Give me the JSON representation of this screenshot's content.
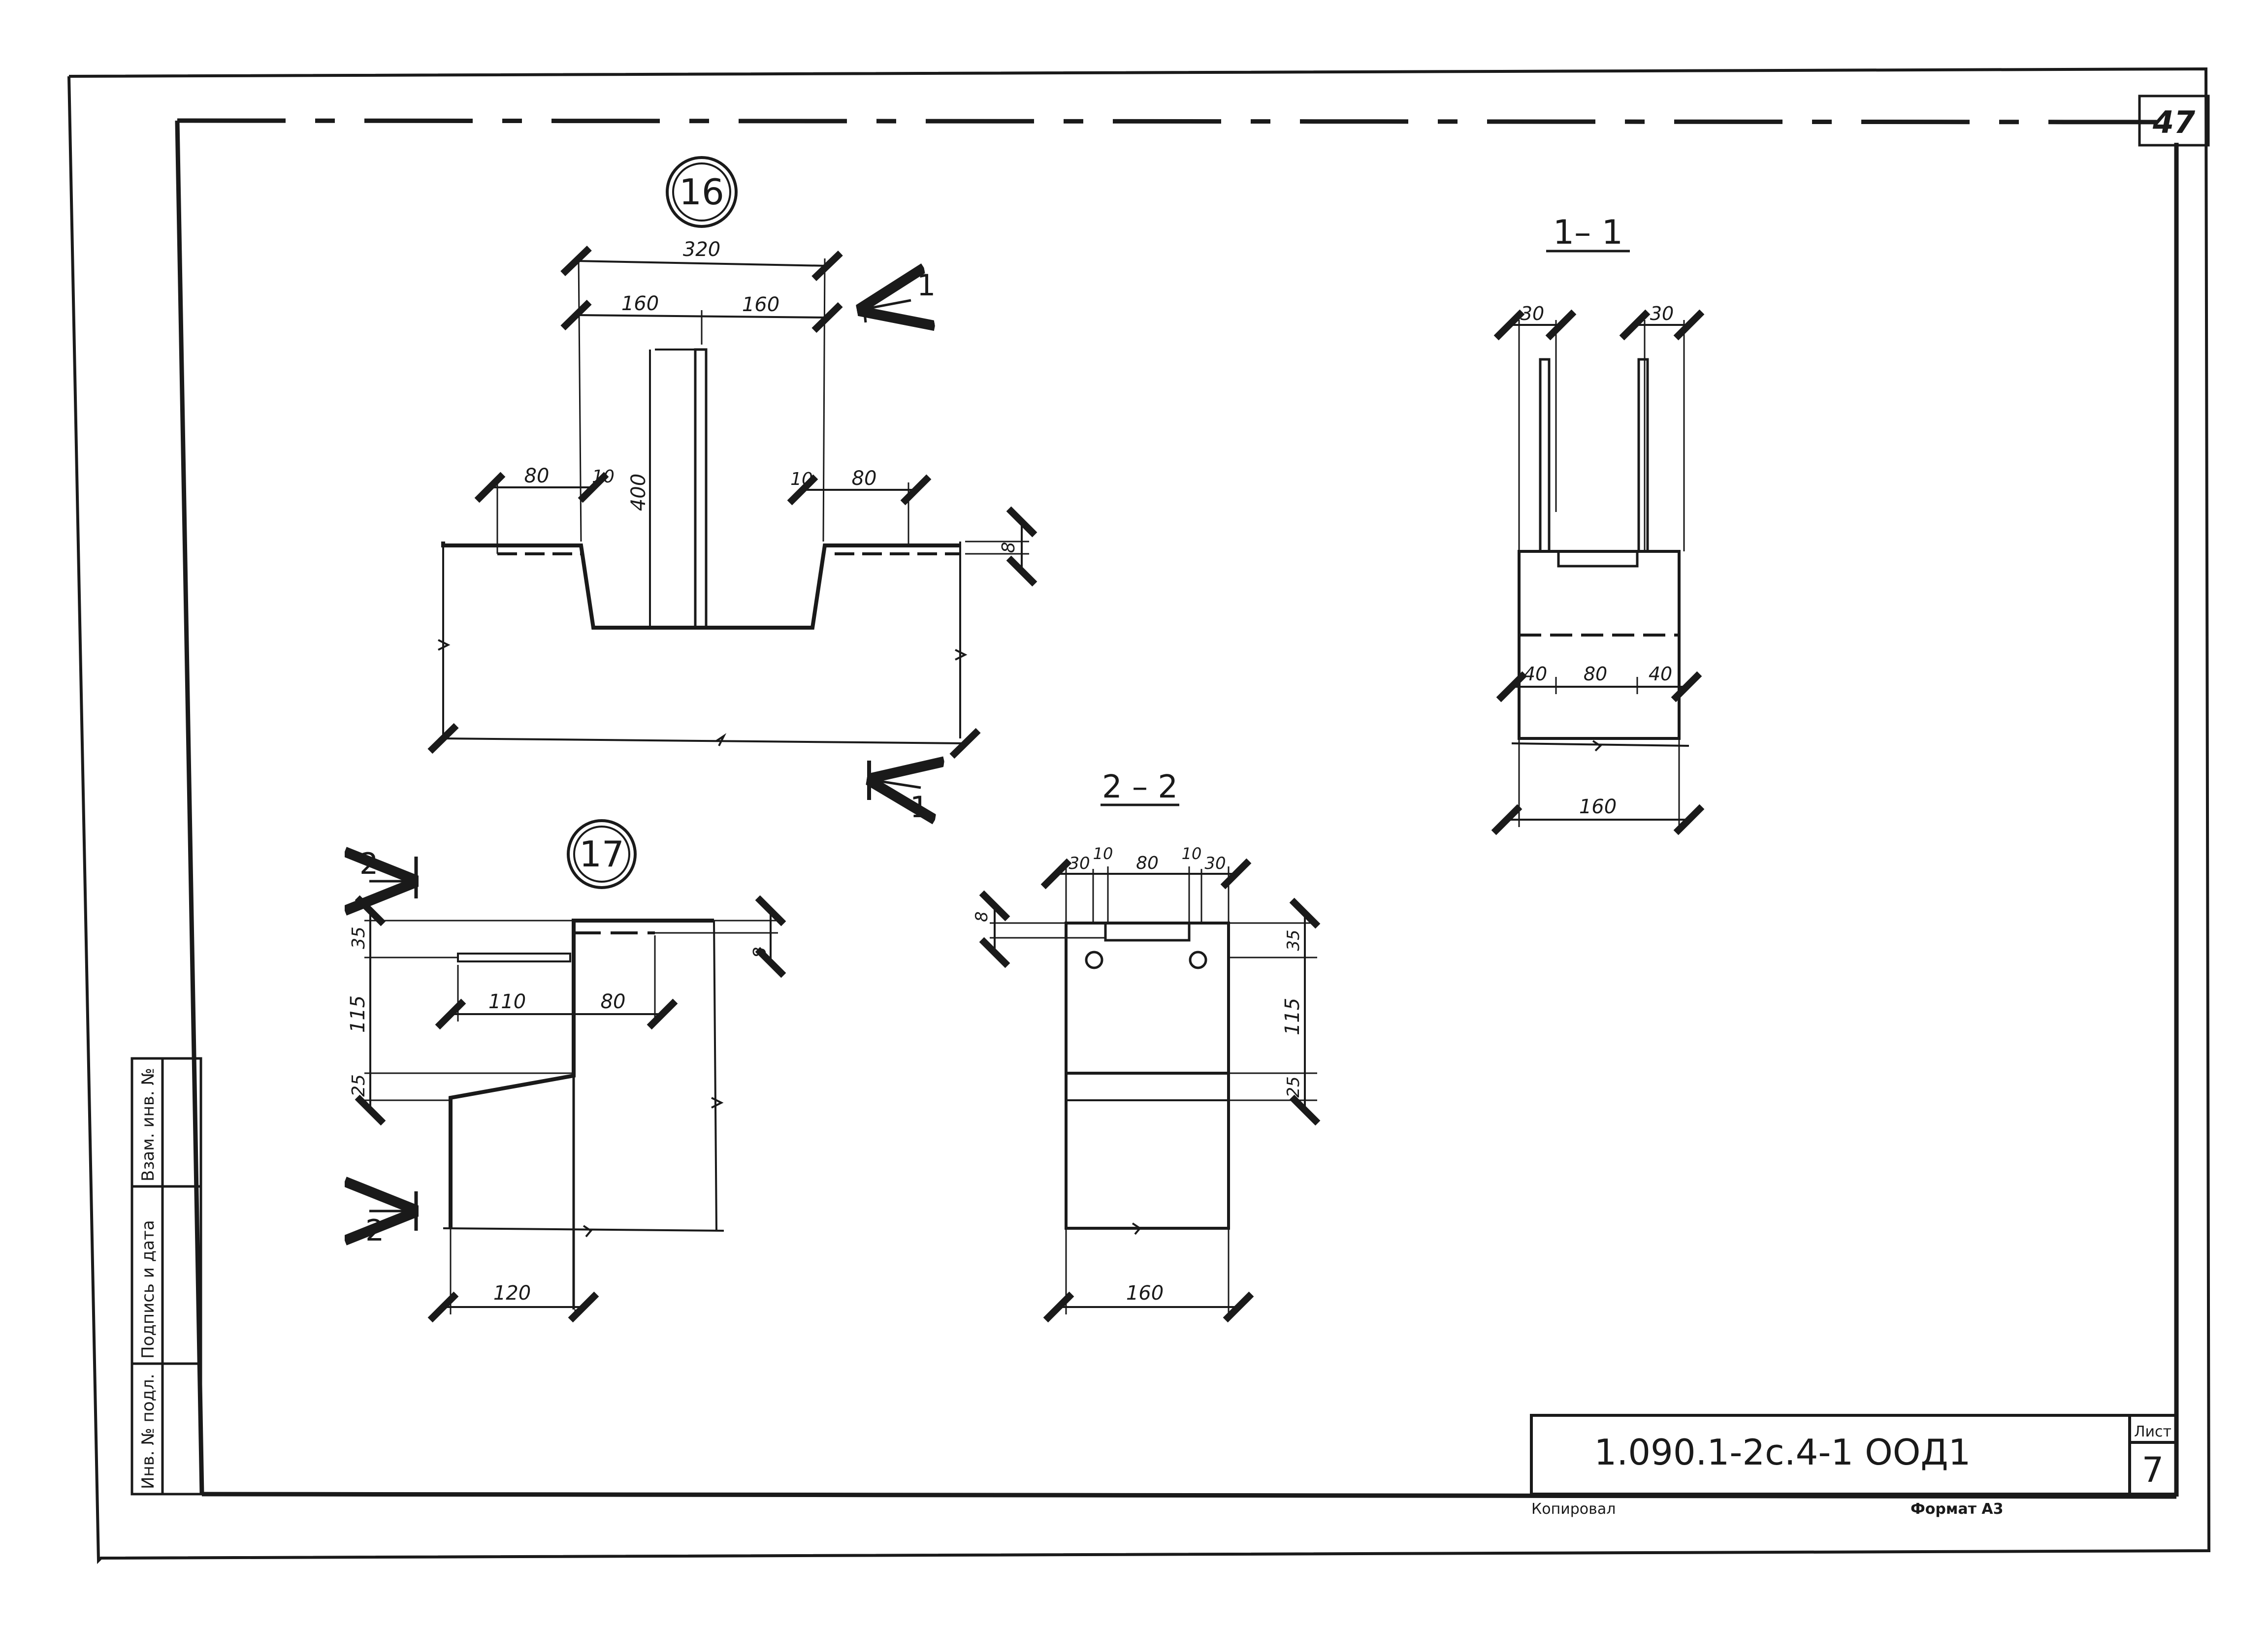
{
  "sheet": {
    "page_number": "47",
    "designation": "1.090.1-2с.4-1 ООД1",
    "list_label": "Лист",
    "list_number": "7",
    "copied_label": "Копировал",
    "format_label": "Формат А3",
    "side_labels": [
      "Инв. № подл.",
      "Подпись и дата",
      "Взам. инв. №"
    ]
  },
  "node16": {
    "marker": "16",
    "dims": {
      "total": "320",
      "left_half": "160",
      "right_half": "160",
      "left_ledge": "80",
      "left_gap": "10",
      "right_gap": "10",
      "right_ledge": "80",
      "height": "400",
      "step": "8"
    },
    "section_arrow_top": "1",
    "section_arrow_bottom": "1"
  },
  "section11": {
    "title": "1– 1",
    "dims": {
      "left_bar": "30",
      "right_bar": "30",
      "left": "40",
      "middle": "80",
      "right": "40",
      "width": "160"
    }
  },
  "node17": {
    "marker": "17",
    "dims": {
      "top": "35",
      "plate": "8",
      "mid": "115",
      "bevel": "25",
      "left_len": "110",
      "right_len": "80",
      "width": "120"
    },
    "section_arrow_top": "2",
    "section_arrow_bottom": "2"
  },
  "section22": {
    "title": "2 – 2",
    "dims": {
      "l_edge": "30",
      "l_gap": "10",
      "middle": "80",
      "r_gap": "10",
      "r_edge": "30",
      "plate": "8",
      "top": "35",
      "mid": "115",
      "bevel": "25",
      "width": "160"
    }
  }
}
